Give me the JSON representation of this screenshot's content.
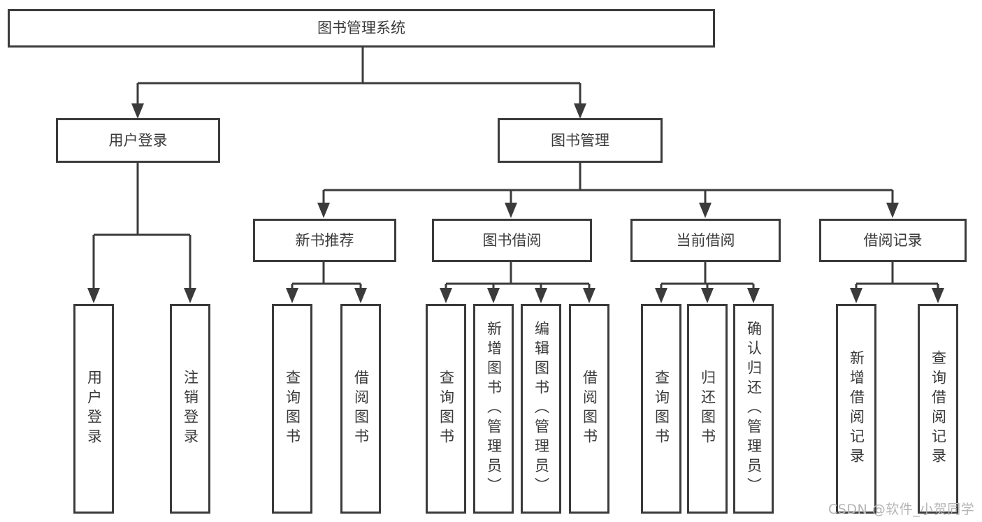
{
  "diagram": {
    "type": "hierarchy-tree",
    "title": "图书管理系统",
    "colors": {
      "line": "#3b3b3b",
      "box_border": "#3b3b3b",
      "text": "#3a3a3a",
      "background": "#ffffff",
      "watermark": "#b5b5b5"
    }
  },
  "nodes": {
    "root": "图书管理系统",
    "level2": {
      "user_login": "用户登录",
      "book_management": "图书管理"
    },
    "level3": {
      "new_book_recommend": "新书推荐",
      "book_borrowing": "图书借阅",
      "current_borrowing": "当前借阅",
      "borrowing_records": "借阅记录"
    },
    "leaves": {
      "user_login": "用户登录",
      "logout": "注销登录",
      "recommend_query_books": "查询图书",
      "recommend_borrow_books": "借阅图书",
      "borrowing_query_books": "查询图书",
      "borrowing_add_books": "新增图书（管理员）",
      "borrowing_edit_books": "编辑图书（管理员）",
      "borrowing_borrow_books": "借阅图书",
      "current_query_books": "查询图书",
      "current_return_books": "归还图书",
      "current_confirm_return": "确认归还（管理员）",
      "records_add_record": "新增借阅记录",
      "records_query_record": "查询借阅记录"
    }
  },
  "watermark": "CSDN @软件_小贺同学"
}
